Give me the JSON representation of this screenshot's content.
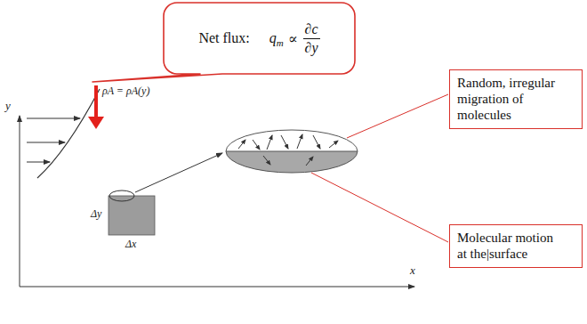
{
  "diagram": {
    "nodes": [
      {
        "text": [
          "Net flux:",
          "q",
          "m",
          "∝",
          "∂c",
          "∂y"
        ]
      },
      {
        "text": [
          "Random, irregular migration of molecules"
        ]
      },
      {
        "text": [
          "Molecular motion at the|surface"
        ]
      }
    ],
    "labels": [
      "ρA = ρA(y)",
      "y",
      "Δy",
      "Δx",
      "x"
    ]
  }
}
